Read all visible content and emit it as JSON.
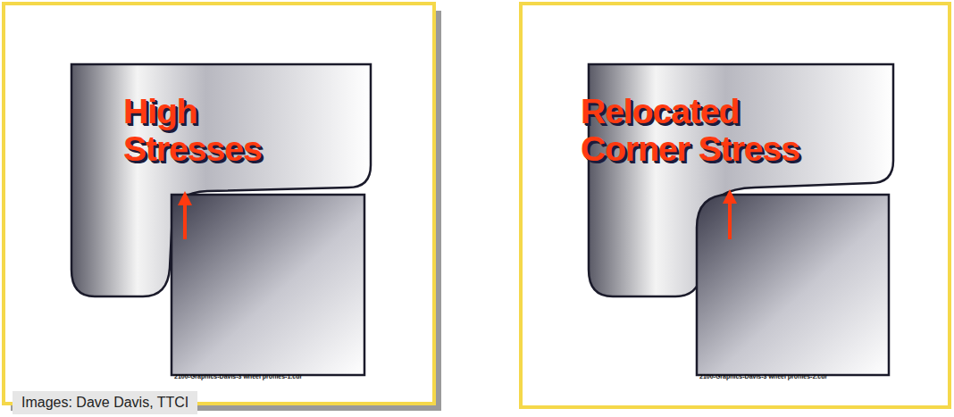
{
  "diagram": {
    "labels": [
      "High Stresses",
      "2100-Graphics-Davis-3 wheel profiles-1.cdr",
      "Relocated Corner Stress",
      "2100-Graphics-Davis-3 wheel profiles-2.cdr",
      "Images: Dave Davis, TTCI"
    ]
  }
}
